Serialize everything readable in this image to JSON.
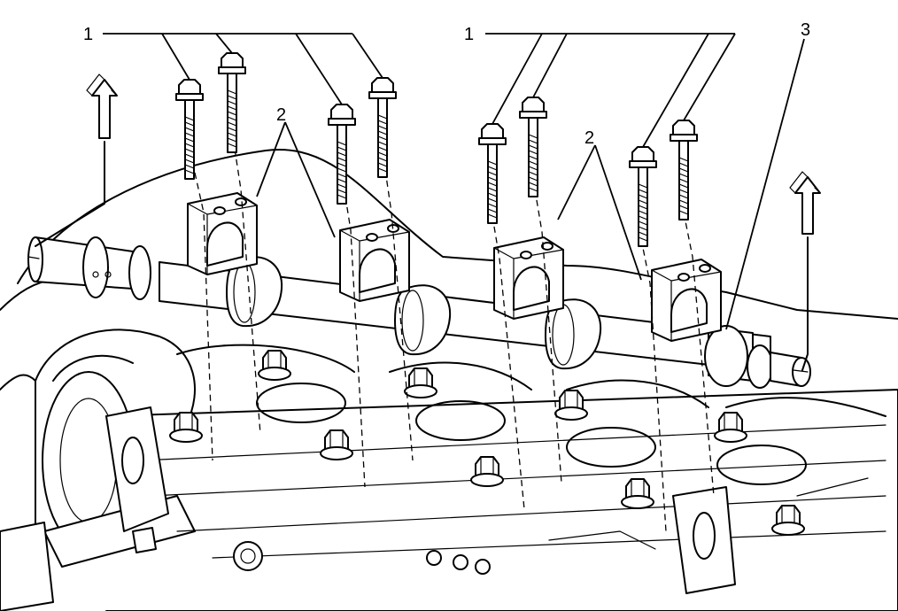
{
  "callouts": {
    "bolts_left": "1",
    "bolts_right": "1",
    "caps_left": "2",
    "caps_right": "2",
    "camshaft": "3"
  }
}
